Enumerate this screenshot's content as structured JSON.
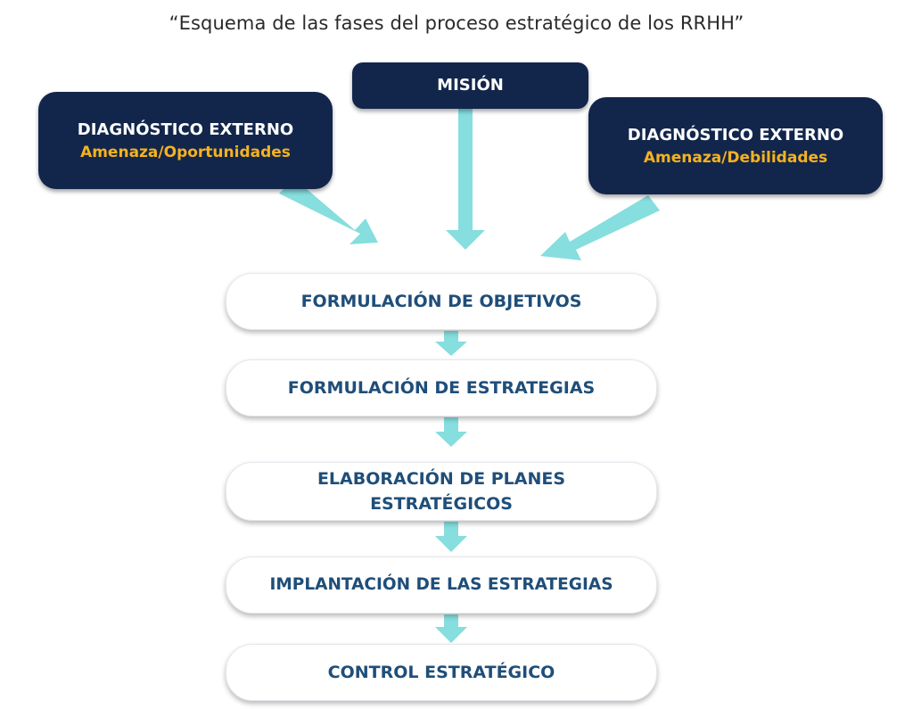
{
  "title": "“Esquema de las fases del proceso estratégico de los RRHH”",
  "top": {
    "mision": "MISIÓN",
    "left": {
      "label": "DIAGNÓSTICO EXTERNO",
      "sub": "Amenaza/Oportunidades"
    },
    "right": {
      "label": "DIAGNÓSTICO EXTERNO",
      "sub": "Amenaza/Debilidades"
    }
  },
  "phases": [
    "FORMULACIÓN DE OBJETIVOS",
    "FORMULACIÓN DE ESTRATEGIAS",
    "ELABORACIÓN DE PLANES ESTRATÉGICOS",
    "IMPLANTACIÓN DE LAS ESTRATEGIAS",
    "CONTROL ESTRATÉGICO"
  ],
  "colors": {
    "dark_box": "#12264c",
    "highlight_text": "#f5b21e",
    "phase_text": "#1f4e79",
    "arrow": "#86dede"
  }
}
